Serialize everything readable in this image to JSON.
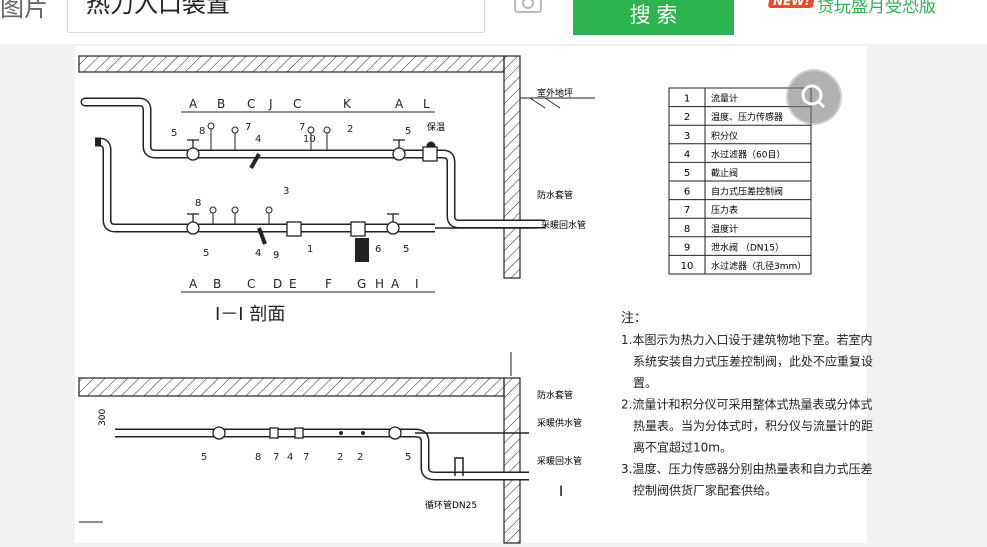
{
  "header": {
    "logo_text": "图片",
    "search_value": "热力入口装置",
    "search_button": "搜 索",
    "news_badge": "NEW!",
    "news_link": "贷玩盛月受恐版"
  },
  "drawing": {
    "section_title": "I－I  剖面",
    "upper_dims": [
      "A",
      "B",
      "C",
      "J",
      "C",
      "K",
      "A",
      "L"
    ],
    "lower_dims": [
      "A",
      "B",
      "C",
      "D",
      "E",
      "F",
      "G",
      "H",
      "A",
      "I"
    ],
    "labels": {
      "outdoor_ground": "室外地坪",
      "insulation": "保温",
      "waterproof_sleeve": "防水套管",
      "heating_return": "采暖回水管",
      "heating_supply": "采暖供水管",
      "circulation_pipe": "循环管DN25",
      "height_300": "300",
      "section_mark": "I"
    },
    "legend": [
      {
        "no": "1",
        "name": "流量计"
      },
      {
        "no": "2",
        "name": "温度、压力传感器"
      },
      {
        "no": "3",
        "name": "积分仪"
      },
      {
        "no": "4",
        "name": "水过滤器（60目）"
      },
      {
        "no": "5",
        "name": "截止阀"
      },
      {
        "no": "6",
        "name": "自力式压差控制阀"
      },
      {
        "no": "7",
        "name": "压力表"
      },
      {
        "no": "8",
        "name": "温度计"
      },
      {
        "no": "9",
        "name": "泄水阀 （DN15）"
      },
      {
        "no": "10",
        "name": "水过滤器（孔径3mm）"
      }
    ],
    "notes_title": "注：",
    "notes": [
      "1.本图示为热力入口设于建筑物地下室。若室内",
      "系统安装自力式压差控制阀，此处不应重复设",
      "置。",
      "2.流量计和积分仪可采用整体式热量表或分体式",
      "热量表。当为分体式时，积分仪与流量计的距",
      "离不宜超过10m。",
      "3.温度、压力传感器分别由热量表和自力式压差",
      "控制阀供货厂家配套供给。"
    ]
  }
}
